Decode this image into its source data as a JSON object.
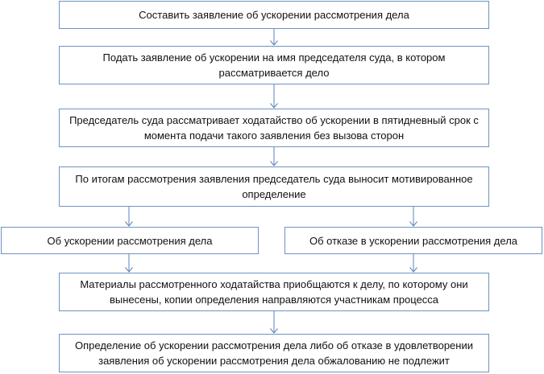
{
  "diagram": {
    "line_color": "#5b83b8",
    "border_color": "#6e93c4",
    "steps": {
      "compose": "Составить заявление об ускорении рассмотрения дела",
      "submit": "Подать заявление об ускорении на имя председателя суда, в котором рассматривается дело",
      "review": "Председатель суда рассматривает ходатайство об ускорении в пятидневный срок с момента подачи такого заявления без вызова сторон",
      "ruling": "По итогам рассмотрения заявления председатель суда выносит мотивированное определение",
      "outcome_accept": "Об ускорении рассмотрения дела",
      "outcome_reject": "Об отказе в ускорении рассмотрения дела",
      "attach": "Материалы рассмотренного ходатайства приобщаются к делу, по которому они вынесены, копии определения направляются участникам процесса",
      "final": "Определение об ускорении рассмотрения дела либо об отказе в удовлетворении заявления об ускорении рассмотрения дела обжалованию не подлежит"
    }
  }
}
